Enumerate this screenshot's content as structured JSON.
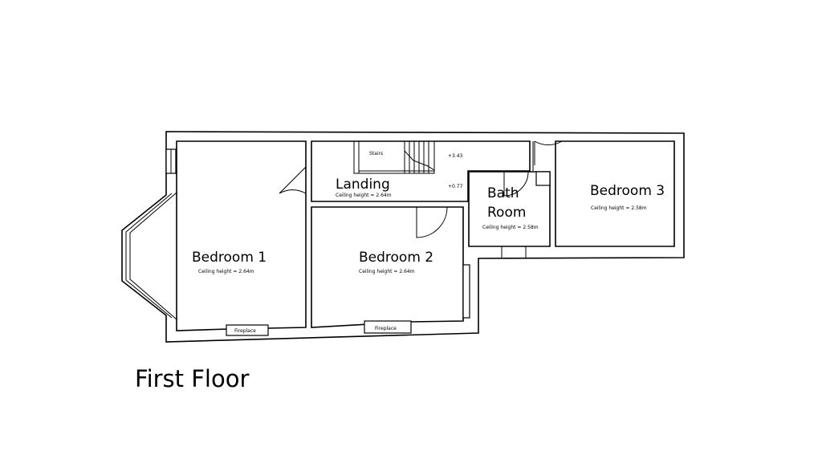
{
  "floor_title": "First Floor",
  "rooms": {
    "bedroom1": {
      "name": "Bedroom 1",
      "ceiling": "Ceiling height = 2.64m"
    },
    "bedroom2": {
      "name": "Bedroom 2",
      "ceiling": "Ceiling height = 2.64m"
    },
    "bedroom3": {
      "name": "Bedroom 3",
      "ceiling": "Ceiling height = 2.58m"
    },
    "landing": {
      "name": "Landing",
      "ceiling": "Ceiling height = 2.64m"
    },
    "bathroom": {
      "name_line1": "Bath",
      "name_line2": "Room",
      "ceiling": "Ceiling height = 2.58m"
    }
  },
  "fixtures": {
    "stairs": "Stairs",
    "fireplace1": "Fireplace",
    "fireplace2": "Fireplace"
  },
  "levels": {
    "upper": "+3.43",
    "lower": "+0.77"
  }
}
